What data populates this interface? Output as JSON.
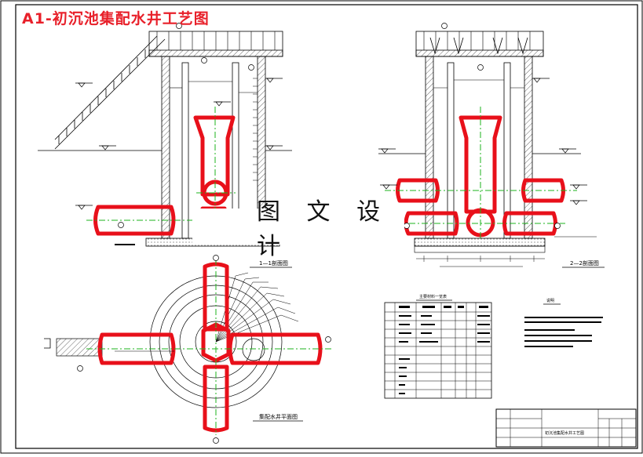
{
  "drawing_title": "A1-初沉池集配水井工艺图",
  "watermark_text": "图 文 设 计",
  "section_label_1": "1—1剖面图",
  "section_label_2": "2—2剖面图",
  "plan_label": "集配水井平面图",
  "notes_title": "说明",
  "table_title": "主要材料一览表",
  "titleblock_name": "初沉池集配水井工艺图",
  "colors": {
    "pipe": "#e8101a",
    "centerline": "#1db31d",
    "line": "#000000",
    "title": "#e8202a"
  },
  "icons": [
    "level-marker-icon",
    "section-marker-icon"
  ]
}
